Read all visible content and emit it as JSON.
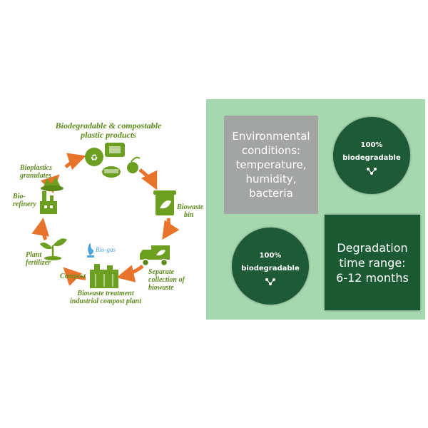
{
  "cycle": {
    "title_line1": "Biodegradable & compostable",
    "title_line2": "plastic products",
    "biowaste_bin_1": "Biowaste",
    "biowaste_bin_2": "bin",
    "separate_1": "Separate",
    "separate_2": "collection of",
    "separate_3": "biowaste",
    "treatment_1": "Biowaste treatment",
    "treatment_2": "industrial compost plant",
    "compost": "Compost",
    "biogas": "Bio-gas",
    "fertilizer_1": "Plant",
    "fertilizer_2": "fertilizer",
    "refinery_1": "Bio-",
    "refinery_2": "refinery",
    "granulates_1": "Bioplastics",
    "granulates_2": "granulates"
  },
  "infographic": {
    "conditions_1": "Environmental",
    "conditions_2": "conditions:",
    "conditions_3": "temperature,",
    "conditions_4": "humidity,",
    "conditions_5": "bacteria",
    "circle_top_pct": "100%",
    "circle_top_word": "biodegradable",
    "circle_bottom_pct": "100%",
    "circle_bottom_word": "biodegradable",
    "degradation_1": "Degradation",
    "degradation_2": "time range:",
    "degradation_3": "6-12 months"
  },
  "colors": {
    "label_green": "#5f8a1c",
    "icon_green": "#6c9e1f",
    "arrow_orange": "#e8732a",
    "panel_green": "#a6d8b0",
    "dark_green": "#1b5a33",
    "gray": "#a2a5a3"
  }
}
